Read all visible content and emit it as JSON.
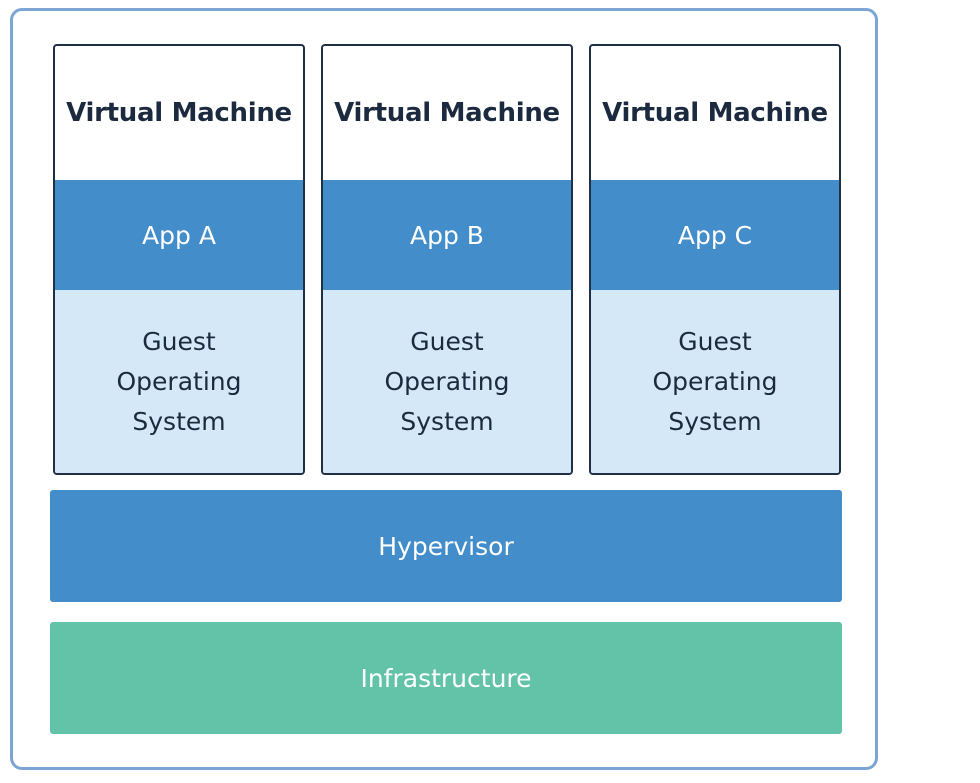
{
  "virtual_machines": [
    {
      "title": "Virtual Machine",
      "app": "App A",
      "os_lines": [
        "Guest",
        "Operating",
        "System"
      ]
    },
    {
      "title": "Virtual Machine",
      "app": "App B",
      "os_lines": [
        "Guest",
        "Operating",
        "System"
      ]
    },
    {
      "title": "Virtual Machine",
      "app": "App C",
      "os_lines": [
        "Guest",
        "Operating",
        "System"
      ]
    }
  ],
  "layers": {
    "hypervisor": "Hypervisor",
    "infrastructure": "Infrastructure"
  },
  "colors": {
    "frame_border": "#7ba6d3",
    "vm_border": "#1f2f45",
    "app_blue": "#438dca",
    "guest_os_light_blue": "#d5e8f7",
    "infrastructure_green": "#63c3a8",
    "title_text": "#1b2a3f"
  }
}
